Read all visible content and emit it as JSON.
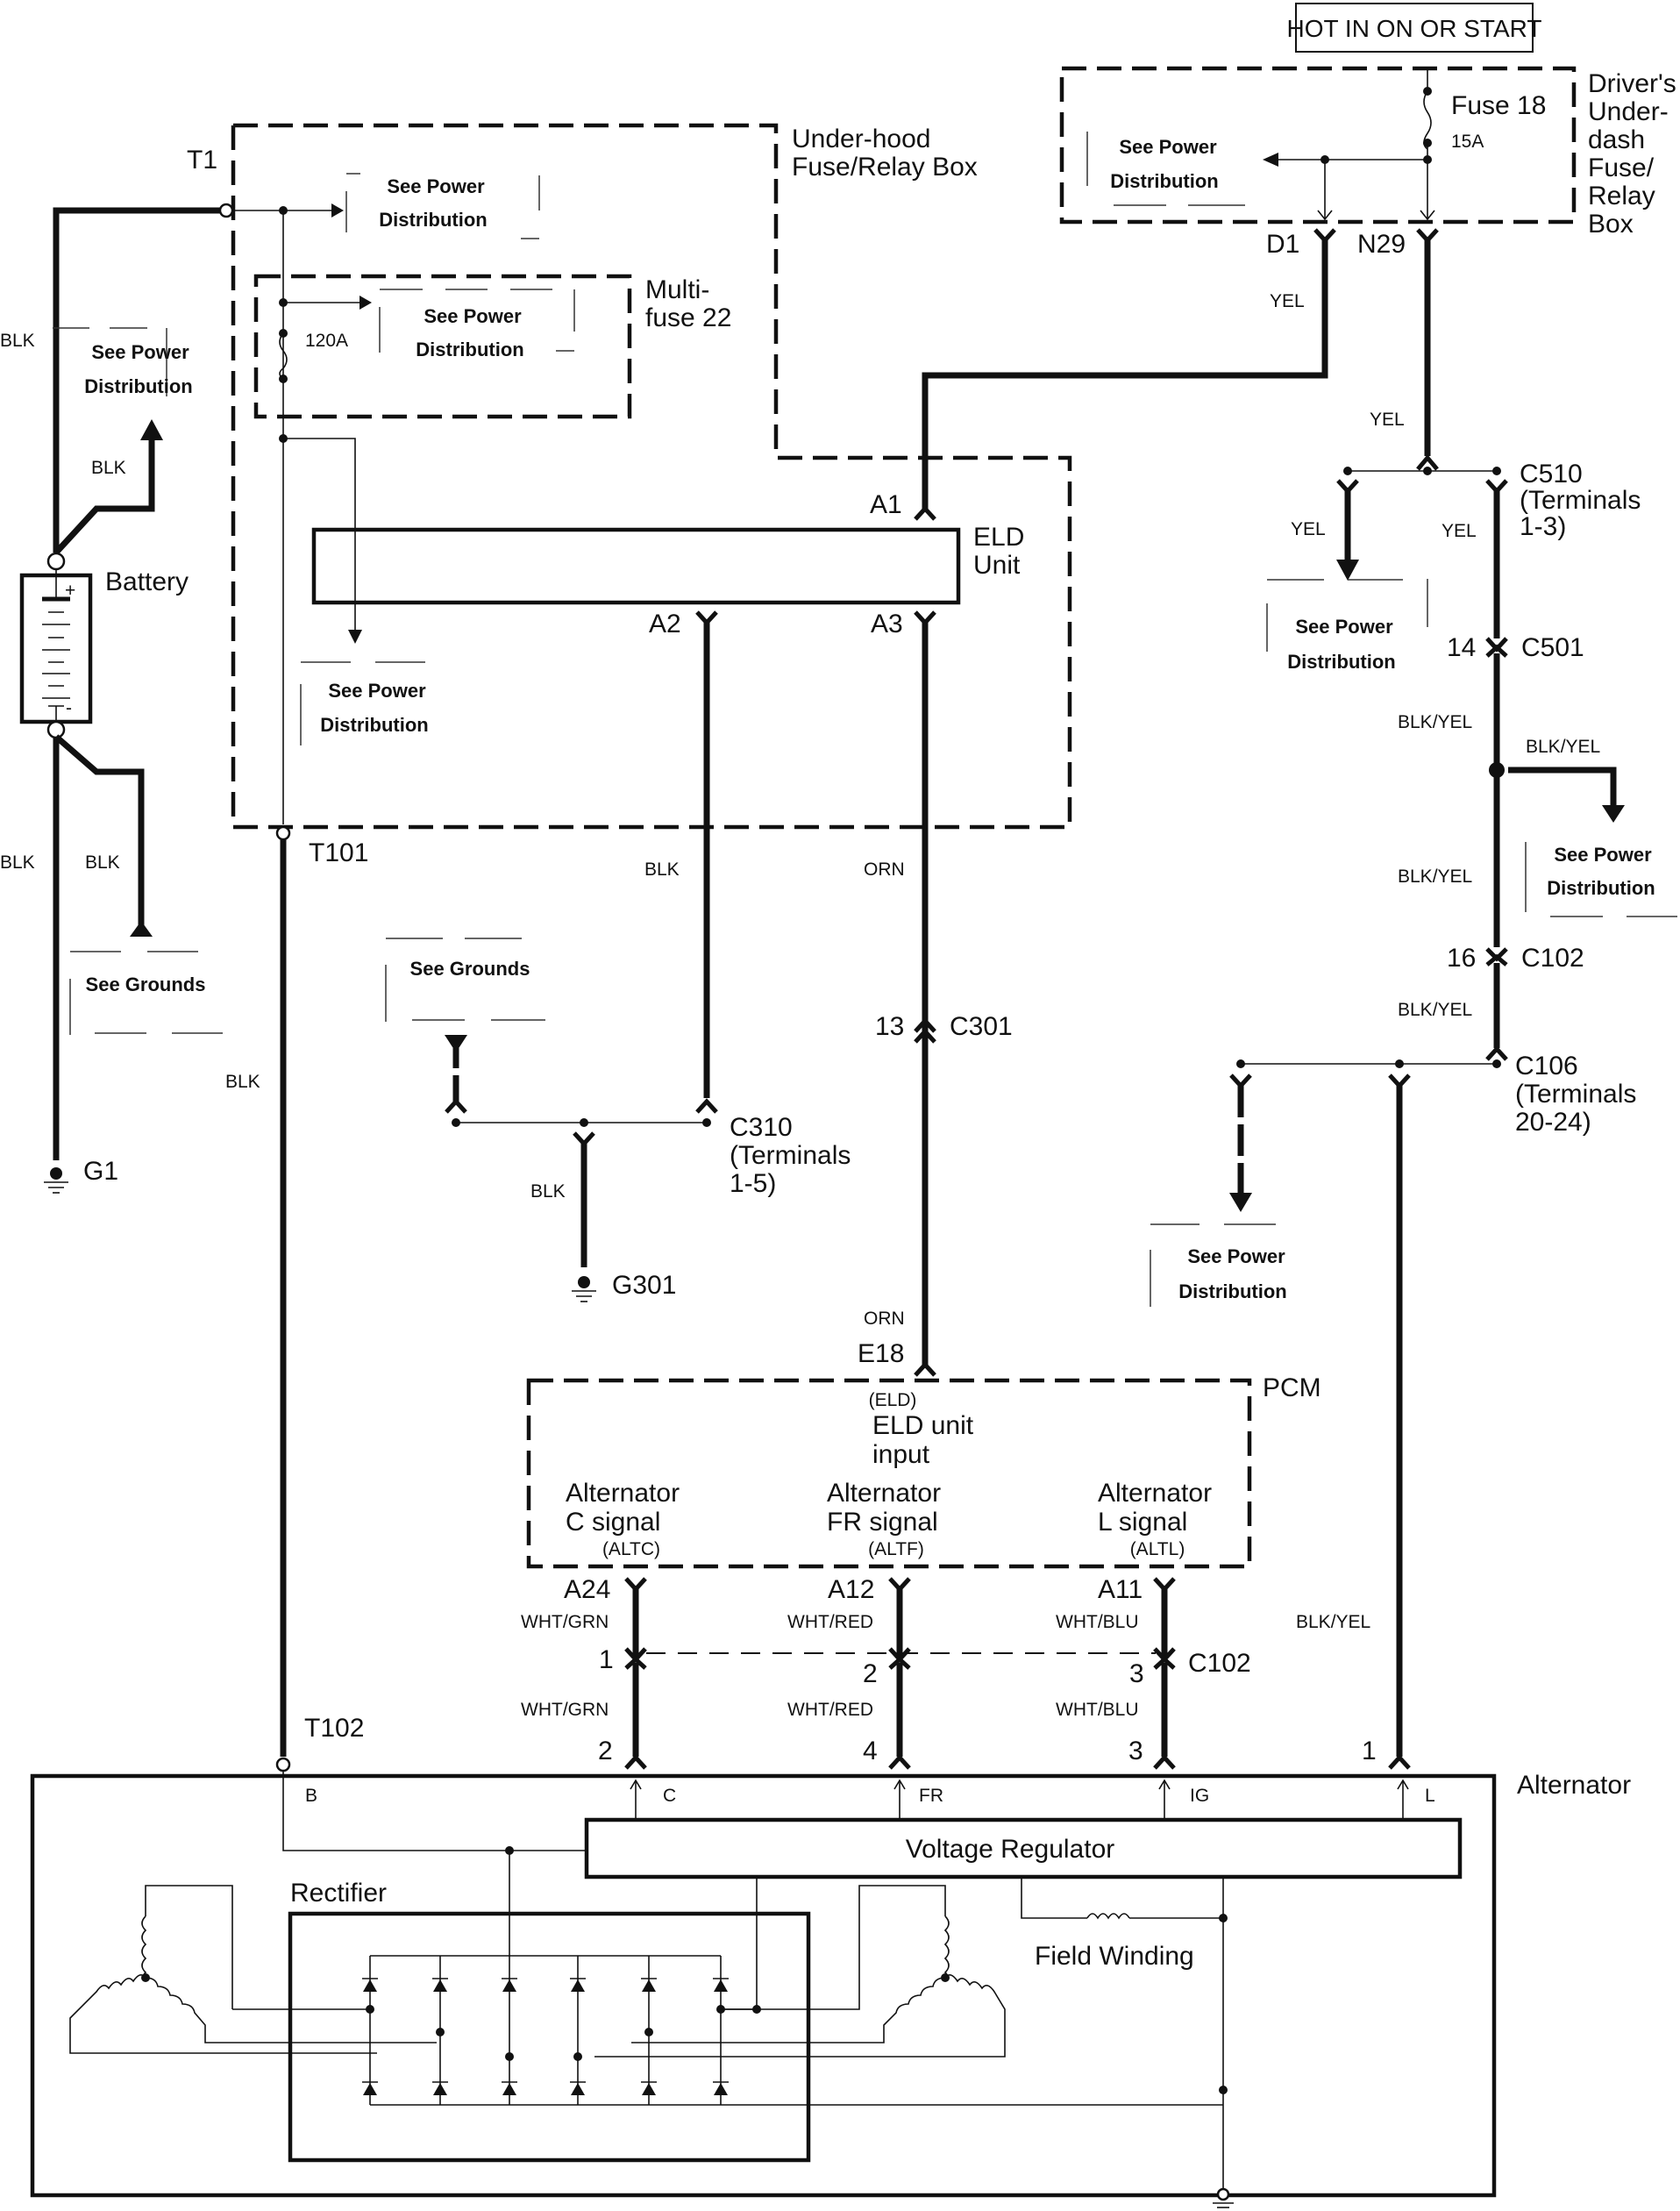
{
  "header": {
    "hot_label": "HOT IN ON OR START"
  },
  "components": {
    "underhood_box": "Under-hood\nFuse/Relay Box",
    "multifuse": "Multi-\nfuse 22",
    "multifuse_rating": "120A",
    "drivers_box": "Driver's\nUnder-\ndash\nFuse/\nRelay\nBox",
    "fuse18": "Fuse 18",
    "fuse18_rating": "15A",
    "battery": "Battery",
    "eld_unit": "ELD\nUnit",
    "pcm": "PCM",
    "pcm_eld_code": "(ELD)",
    "pcm_eld_input": "ELD unit\ninput",
    "pcm_altc": "Alternator\nC signal",
    "pcm_altc_code": "(ALTC)",
    "pcm_altf": "Alternator\nFR signal",
    "pcm_altf_code": "(ALTF)",
    "pcm_altl": "Alternator\nL signal",
    "pcm_altl_code": "(ALTL)",
    "alternator": "Alternator",
    "voltage_regulator": "Voltage Regulator",
    "rectifier": "Rectifier",
    "field_winding": "Field Winding"
  },
  "references": {
    "see_power": "See Power",
    "distribution": "Distribution",
    "see_grounds": "See Grounds"
  },
  "terminals": {
    "t1": "T1",
    "t101": "T101",
    "t102": "T102",
    "a1": "A1",
    "a2": "A2",
    "a3": "A3",
    "d1": "D1",
    "n29": "N29",
    "e18": "E18",
    "a24": "A24",
    "a12": "A12",
    "a11": "A11",
    "alt_b": "B",
    "alt_c": "C",
    "alt_fr": "FR",
    "alt_ig": "IG",
    "alt_l": "L"
  },
  "connectors": {
    "c510": "C510\n(Terminals\n1-3)",
    "c501": "C501",
    "c501_pin": "14",
    "c102_right": "C102",
    "c102_right_pin": "16",
    "c106": "C106\n(Terminals\n20-24)",
    "c301": "C301",
    "c301_pin": "13",
    "c310": "C310\n(Terminals\n1-5)",
    "c102_bottom": "C102",
    "c102_pins_top": [
      "1",
      "2",
      "3"
    ],
    "alt_pins": [
      "2",
      "4",
      "3",
      "1"
    ]
  },
  "grounds": {
    "g1": "G1",
    "g301": "G301"
  },
  "wires": {
    "blk": "BLK",
    "yel": "YEL",
    "orn": "ORN",
    "blk_yel": "BLK/YEL",
    "wht_grn": "WHT/GRN",
    "wht_red": "WHT/RED",
    "wht_blu": "WHT/BLU"
  }
}
